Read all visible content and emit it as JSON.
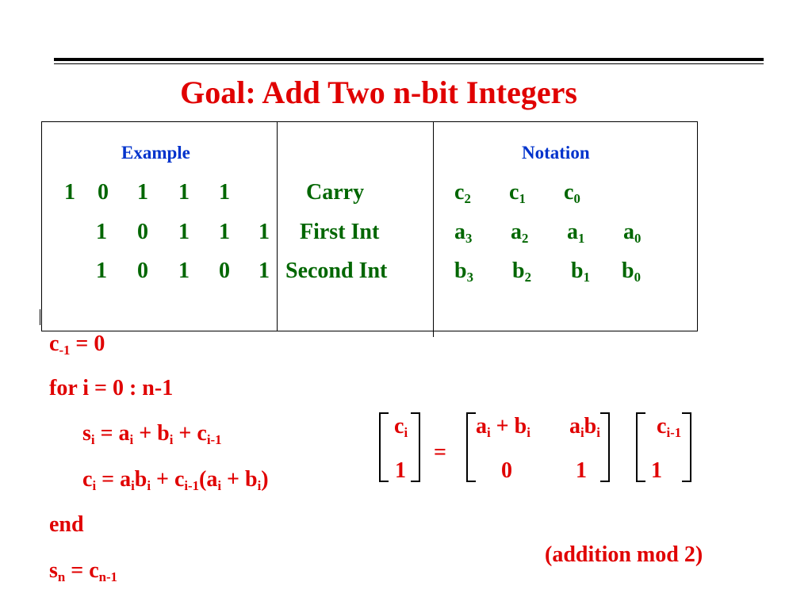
{
  "title": "Goal: Add Two n-bit Integers",
  "colors": {
    "title": "#e00000",
    "header": "#0033cc",
    "table": "#006600",
    "formula": "#e00000"
  },
  "table": {
    "example_header": "Example",
    "notation_header": "Notation",
    "rows": [
      {
        "bits": [
          "1",
          "0",
          "1",
          "1",
          "1"
        ],
        "label": "Carry",
        "notation": [
          {
            "base": "c",
            "sub": "2"
          },
          {
            "base": "c",
            "sub": "1"
          },
          {
            "base": "c",
            "sub": "0"
          }
        ]
      },
      {
        "bits": [
          "1",
          "0",
          "1",
          "1",
          "1"
        ],
        "label": "First Int",
        "notation": [
          {
            "base": "a",
            "sub": "3"
          },
          {
            "base": "a",
            "sub": "2"
          },
          {
            "base": "a",
            "sub": "1"
          },
          {
            "base": "a",
            "sub": "0"
          }
        ]
      },
      {
        "bits": [
          "1",
          "0",
          "1",
          "0",
          "1"
        ],
        "label": "Second Int",
        "notation": [
          {
            "base": "b",
            "sub": "3"
          },
          {
            "base": "b",
            "sub": "2"
          },
          {
            "base": "b",
            "sub": "1"
          },
          {
            "base": "b",
            "sub": "0"
          }
        ]
      }
    ]
  },
  "algorithm": {
    "init_base": "c",
    "init_sub": "-1",
    "init_rest": " = 0",
    "loop": "for i = 0 : n-1",
    "end": "end"
  },
  "matrix": {
    "left": [
      "1"
    ],
    "eq": "=",
    "mid_row2": [
      "0",
      "1"
    ],
    "right_bottom": "1"
  },
  "note": "(addition mod 2)"
}
